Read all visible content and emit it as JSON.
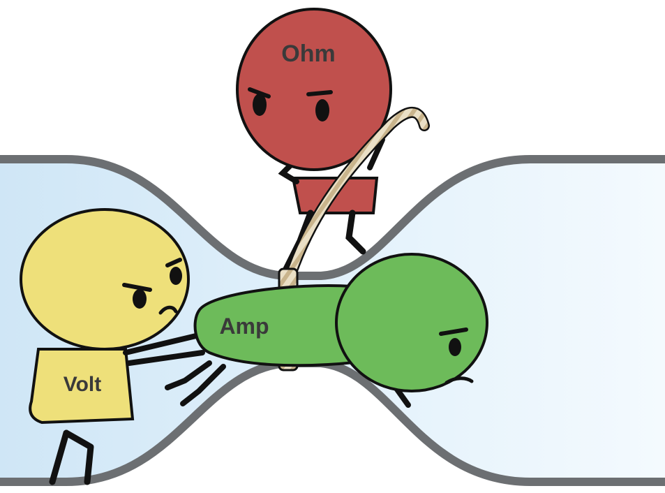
{
  "characters": {
    "ohm": {
      "label": "Ohm",
      "color": "#c0504d",
      "dark": "#8e2f2c"
    },
    "volt": {
      "label": "Volt",
      "color": "#eee07a",
      "dark": "#b5a742"
    },
    "amp": {
      "label": "Amp",
      "color": "#6dbb5a",
      "dark": "#3f8a32"
    }
  },
  "palette": {
    "pipe_fill": "#d8ecf8",
    "pipe_wall": "#6c6f72",
    "rope": "#e8dcc0",
    "outline": "#111111"
  }
}
